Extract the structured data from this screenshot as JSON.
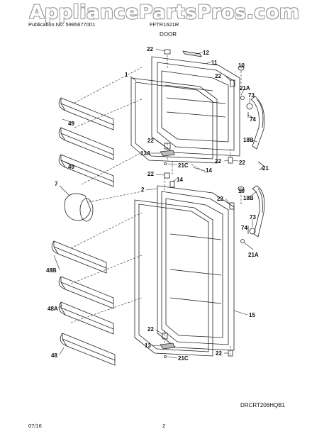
{
  "header": {
    "watermark": "AppliancePartsPros.com",
    "publication": "Publication No: 5995677001",
    "model": "FFTR1621R",
    "section": "DOOR"
  },
  "footer": {
    "drawing_id": "DRCRT206HQB1",
    "date": "07/16",
    "page": "2"
  },
  "callouts": {
    "c22_top": "22",
    "c12": "12",
    "c11": "11",
    "c1": "1",
    "c10_top": "10",
    "c22_hinge_top": "22",
    "c21A_top": "21A",
    "c73_top": "73",
    "c74_top": "74",
    "c49_top": "49",
    "c49_bottom": "49",
    "c22_mid_left": "22",
    "c13A": "13A",
    "c21C_top": "21C",
    "c18B_top": "18B",
    "c22_mid_right": "22",
    "c22_mid_right2": "22",
    "c21_top": "21",
    "c22_lower_top": "22",
    "c14_a": "14",
    "c14_b": "14",
    "c7": "7",
    "c2": "2",
    "c22_ref_hinge": "22",
    "c10_ref": "10",
    "c18B_ref": "18B",
    "c73_ref": "73",
    "c74_ref": "74",
    "c21A_ref": "21A",
    "c48B": "48B",
    "c48A": "48A",
    "c15": "15",
    "c48": "48",
    "c22_bot_left": "22",
    "c13": "13",
    "c21C_bot": "21C",
    "c22_bot_right": "22"
  }
}
